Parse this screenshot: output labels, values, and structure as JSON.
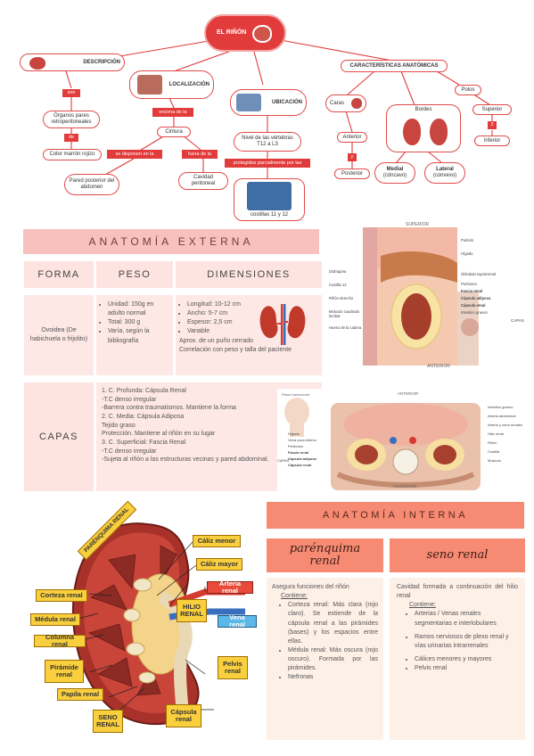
{
  "mindmap": {
    "root": "EL RIÑÓN",
    "descripcion": {
      "title": "DESCRIPCIÓN",
      "tag": "son",
      "organs": "Órganos pares retroperitoneales",
      "tag2": "de",
      "color": "Color marrón rojizo"
    },
    "localizacion": {
      "title": "LOCALIZACIÓN",
      "tag_top": "encima de la",
      "node": "Cintura",
      "tag_left": "se disponen en la",
      "tag_right": "fuera de la",
      "left_result": "Pared posterior del abdomen",
      "right_result": "Cavidad peritoneal"
    },
    "ubicacion": {
      "title": "UBICACIÓN",
      "node": "Nivel de las vértebras T12 a L3",
      "tag": "protegidos parcialmente por las",
      "ribs": "costillas 11 y 12"
    },
    "caracteristicas": {
      "title": "CARACTERÍSTICAS ANATÓMICAS",
      "caras": "Caras",
      "anterior": "Anterior",
      "y": "y",
      "posterior": "Posterior",
      "bordes": "Bordes",
      "medial": "Medial",
      "medial_sub": "(cóncavo)",
      "lateral": "Lateral",
      "lateral_sub": "(convexo)",
      "polos": "Polos",
      "superior": "Superior",
      "dos": "2",
      "inferior": "Inferior"
    }
  },
  "externa": {
    "banner": "ANATOMÍA EXTERNA",
    "forma": {
      "head": "FORMA",
      "text": "Ovoidea (De habichuela o frijolito)"
    },
    "peso": {
      "head": "PESO",
      "items": [
        "Unidad: 150g en adulto normal",
        "Total: 300 g",
        "Varía, según la bibliografía"
      ]
    },
    "dimensiones": {
      "head": "DIMENSIONES",
      "items": [
        "Longitud: 10-12 cm",
        "Ancho: 5-7 cm",
        "Espesor: 2,5 cm",
        "Variable"
      ],
      "note1": "Aprox. de un puño cerrado",
      "note2": "Correlación con peso y talla del paciente"
    },
    "capas": {
      "head": "CAPAS",
      "lines": [
        "1. C. Profunda: Cápsula Renal",
        "-T.C denso irregular",
        "-Barrera contra traumatismos. Mantiene la forma",
        "2. C. Media: Cápsula Adiposa",
        "Tejido graso",
        "Protección. Mantiene al riñón en su lugar",
        "3. C. Superficial: Fascia Renal",
        "-T.C denso irregular",
        "-Sujeta al riñón a las estructuras vecinas y pared abdominal."
      ]
    },
    "fig1": {
      "top": "SUPERIOR",
      "bottom": "ANTERIOR",
      "right_labels": [
        "Pulmón",
        "Hígado",
        "Glándula suprarrenal",
        "Peritoneo",
        "Fascia renal",
        "Cápsula adiposa",
        "Cápsula renal",
        "Intestino grueso"
      ],
      "left_labels": [
        "Diafragma",
        "Costilla 12",
        "Riñón derecho",
        "Músculo cuadrado lumbar",
        "Hueso de la cadera"
      ],
      "capas": "CAPAS"
    },
    "fig2": {
      "top": "ANTERIOR",
      "top_left": "Plano transversal",
      "left_labels": [
        "Hígado",
        "Vena cava inferior",
        "Peritoneo",
        "Fascia renal",
        "Cápsula adiposa",
        "Cápsula renal"
      ],
      "right_labels": [
        "Intestino grueso",
        "Arteria abdominal",
        "Arteria y vena renales",
        "Hilio renal",
        "Riñón",
        "Costilla",
        "Músculo"
      ],
      "bottom": "POSTERIOR",
      "capas": "CAPAS"
    }
  },
  "interna": {
    "banner": "ANATOMÍA INTERNA",
    "parenquima": {
      "head": "parénquima renal",
      "intro": "Asegura funciones del riñón",
      "contiene": "Contiene:",
      "items": [
        "Corteza renal: Más clara (rojo claro). Se extiende de la cápsula renal a las pirámides (bases) y los espacios entre ellas.",
        "Médula renal: Más oscura (rojo oscuro). Formada por las pirámides.",
        "Nefronas"
      ]
    },
    "seno": {
      "head": "seno renal",
      "intro": "Cavidad formada a continuación del hilio renal",
      "contiene": "Contiene:",
      "items": [
        "Arterias / Venas renales segmentarias e interlobulares",
        "Ramos nerviosos de plexo renal y vías urinarias intrarrenales",
        "Cálices menores y mayores",
        "Pelvis renal"
      ]
    },
    "diagram": {
      "parenquima": "PARÉNQUIMA RENAL",
      "corteza": "Corteza renal",
      "medula": "Médula renal",
      "columna": "Columna renal",
      "piramide": "Pirámide renal",
      "papila": "Papila renal",
      "seno": "SENO RENAL",
      "caliz_menor": "Cáliz menor",
      "caliz_mayor": "Cáliz mayor",
      "arteria": "Arteria renal",
      "hilio": "HILIO RENAL",
      "vena": "Vena renal",
      "pelvis": "Pelvis renal",
      "capsula": "Cápsula renal"
    }
  },
  "colors": {
    "red": "#e23b3b",
    "pink": "#f7c1bd",
    "lightpink": "#fde8e5",
    "orange": "#f68a72",
    "beige": "#fdf0e7",
    "yellow": "#f9cf3d"
  }
}
